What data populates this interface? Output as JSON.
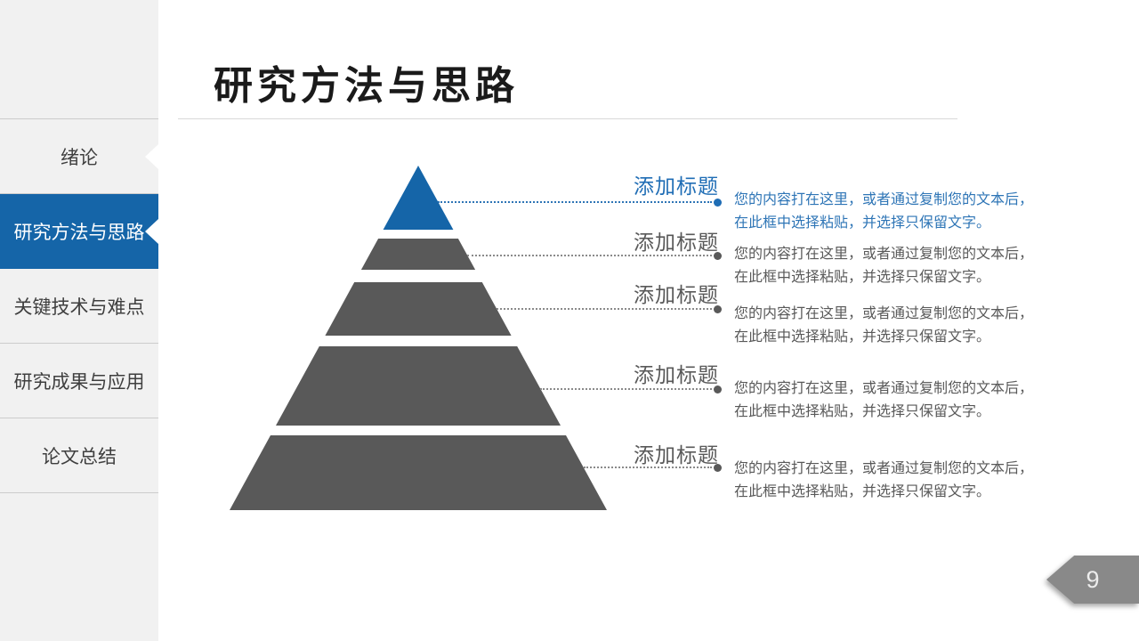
{
  "slide": {
    "title": "研究方法与思路",
    "page_number": "9"
  },
  "sidebar": {
    "items": [
      {
        "label": "绪论",
        "active": false,
        "marker": true
      },
      {
        "label": "研究方法与思路",
        "active": true,
        "marker": true
      },
      {
        "label": "关键技术与难点",
        "active": false,
        "marker": false
      },
      {
        "label": "研究成果与应用",
        "active": false,
        "marker": false
      },
      {
        "label": "论文总结",
        "active": false,
        "marker": false
      }
    ]
  },
  "pyramid": {
    "levels": [
      {
        "title": "添加标题",
        "body": "您的内容打在这里，或者通过复制您的文本后，在此框中选择粘贴，并选择只保留文字。",
        "highlighted": true
      },
      {
        "title": "添加标题",
        "body": "您的内容打在这里，或者通过复制您的文本后，在此框中选择粘贴，并选择只保留文字。",
        "highlighted": false
      },
      {
        "title": "添加标题",
        "body": "您的内容打在这里，或者通过复制您的文本后，在此框中选择粘贴，并选择只保留文字。",
        "highlighted": false
      },
      {
        "title": "添加标题",
        "body": "您的内容打在这里，或者通过复制您的文本后，在此框中选择粘贴，并选择只保留文字。",
        "highlighted": false
      },
      {
        "title": "添加标题",
        "body": "您的内容打在这里，或者通过复制您的文本后，在此框中选择粘贴，并选择只保留文字。",
        "highlighted": false
      }
    ]
  },
  "colors": {
    "accent_blue": "#1565a8",
    "title_blue": "#1f6db5",
    "body_blue": "#2e75b6",
    "dark_gray": "#595959",
    "line_gray": "#8a8a8a",
    "badge_gray": "#898989",
    "sidebar_bg": "#f1f1f1",
    "sidebar_text": "#3f3f3f",
    "separator": "#cccccc"
  }
}
